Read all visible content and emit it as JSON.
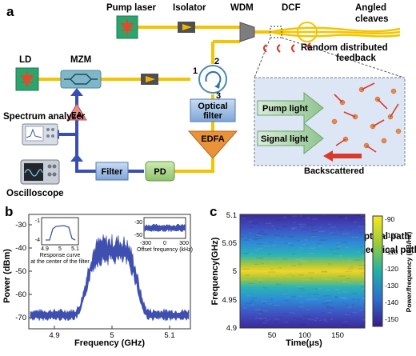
{
  "panel_a": {
    "letter": "a",
    "labels": {
      "pump_laser": "Pump laser",
      "isolator": "Isolator",
      "wdm": "WDM",
      "dcf": "DCF",
      "angled_cleaves_1": "Angled",
      "angled_cleaves_2": "cleaves",
      "rdf_1": "Random distributed",
      "rdf_2": "feedback",
      "ld": "LD",
      "mzm": "MZM",
      "ea": "EA",
      "port1": "1",
      "port2": "2",
      "port3": "3",
      "optical_filter_1": "Optical",
      "optical_filter_2": "filter",
      "edfa": "EDFA",
      "pd": "PD",
      "filter": "Filter",
      "spectrum_analyzer": "Spectrum analyzer",
      "oscilloscope": "Oscilloscope",
      "pump_light": "Pump light",
      "signal_light": "Signal light",
      "backscattered": "Backscattered"
    },
    "legend": [
      {
        "label": "Optical path",
        "color": "#f5c400"
      },
      {
        "label": "Electrical path",
        "color": "#3a4db5"
      }
    ]
  },
  "panel_b": {
    "letter": "b",
    "ylabel": "Power (dBm)",
    "xlabel": "Frequency (GHz)",
    "xticks": [
      "4.9",
      "5",
      "5.1"
    ],
    "yticks": [
      "-30",
      "-40",
      "-50",
      "-60",
      "-70"
    ],
    "inset_left": {
      "caption_1": "Response curve",
      "caption_2": "at the center of the filter",
      "yticks": [
        "-1",
        "-4"
      ],
      "xticks": [
        "4.9",
        "5",
        "5.1"
      ]
    },
    "inset_right": {
      "caption": "Offset frequency (kHz)",
      "yticks": [
        "-30",
        "-50"
      ],
      "xticks": [
        "-300",
        "0",
        "300"
      ]
    }
  },
  "panel_c": {
    "letter": "c",
    "ylabel": "Frequency(GHz)",
    "xlabel": "Time(μs)",
    "yticks": [
      "5.1",
      "5.05",
      "5",
      "4.95",
      "4.9"
    ],
    "xticks": [
      "50",
      "100",
      "150"
    ],
    "colorbar_label": "Power/frequency (dB/Hz)",
    "colorbar_ticks": [
      "-90",
      "-100",
      "-110",
      "-120",
      "-130",
      "-140",
      "-150"
    ]
  }
}
